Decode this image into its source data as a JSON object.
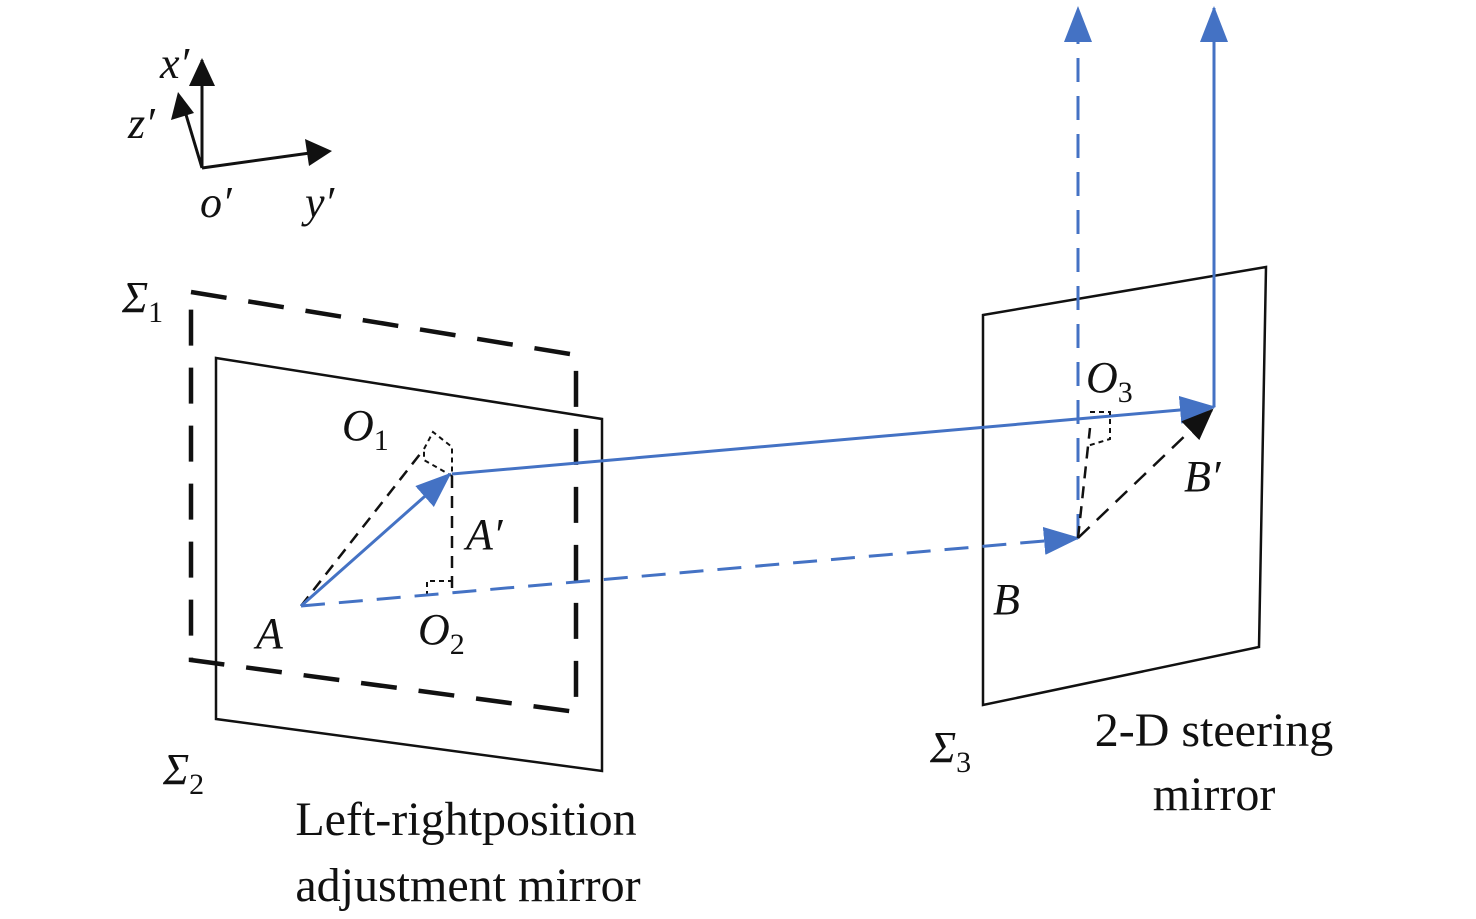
{
  "axes": {
    "x": "x′",
    "z": "z′",
    "origin": "o′",
    "y": "y′"
  },
  "planes": {
    "sigma1": {
      "symbol": "Σ",
      "sub": "1"
    },
    "sigma2": {
      "symbol": "Σ",
      "sub": "2"
    },
    "sigma3": {
      "symbol": "Σ",
      "sub": "3"
    }
  },
  "points": {
    "A": "A",
    "A_prime": "A′",
    "O1": {
      "main": "O",
      "sub": "1"
    },
    "O2": {
      "main": "O",
      "sub": "2"
    },
    "O3": {
      "main": "O",
      "sub": "3"
    },
    "B": "B",
    "B_prime": "B′"
  },
  "captions": {
    "left_line1": "Left-rightposition",
    "left_line2": "adjustment mirror",
    "right_line1": "2-D steering",
    "right_line2": "mirror"
  },
  "colors": {
    "beam": "#4472C4",
    "construction": "#111111"
  }
}
